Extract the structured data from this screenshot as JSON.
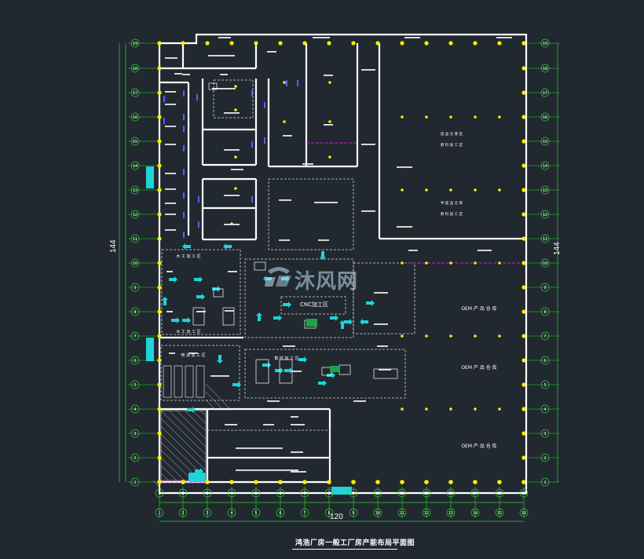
{
  "drawing": {
    "title": "鸿浩厂房一般工厂房产能布局平面图",
    "dim_width": "120",
    "dim_height_left": "144",
    "dim_height_right": "144"
  },
  "watermark": {
    "text": "沐风网"
  },
  "rooms": {
    "cnc_area": "CNC加工区",
    "oem_1": "OEM 产 品 仓 库",
    "oem_2": "OEM 产 品 仓 库",
    "oem_3": "OEM 产 品 仓 库",
    "warehouse_1": "成 品 仓 库 区",
    "warehouse_1b": "原 料 加 工 区",
    "warehouse_2": "半 成 品 仓 库",
    "warehouse_2b": "原 料 加 工 区",
    "wood_area": "木 工 加 工 区",
    "wood_area_2": "木 工 加 工 区",
    "machining": "数 控 加 工 区",
    "spray": "喷 涂 加 工 区"
  },
  "colors": {
    "background": "#212830",
    "wall": "#ffffff",
    "column": "#ffee00",
    "grid_line": "#2bd62b",
    "arrow": "#1fd3d6",
    "door": "#5560ff",
    "magenta": "#d020d0",
    "stairs": "#1fd3d6"
  }
}
